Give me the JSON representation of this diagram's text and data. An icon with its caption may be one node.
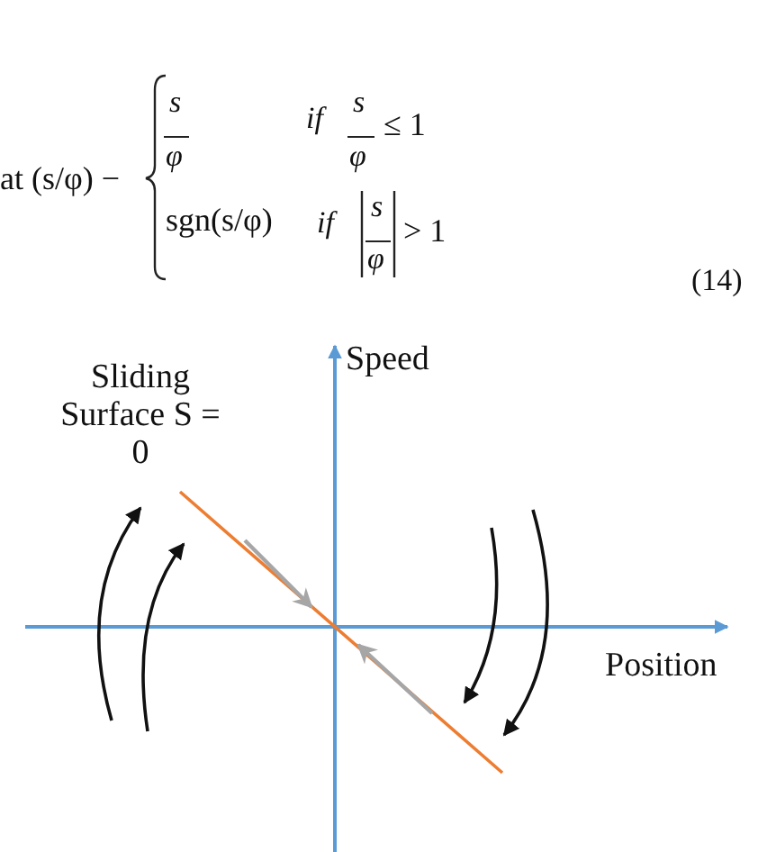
{
  "diagram": {
    "labels": [
      "at (s/φ) −",
      "s",
      "φ",
      "if",
      "s",
      "φ",
      "≤ 1",
      "sgn(s/φ)",
      "if",
      "s",
      "φ",
      "> 1",
      "(14)",
      "Speed",
      "Sliding Surface S = 0",
      "Position"
    ]
  }
}
